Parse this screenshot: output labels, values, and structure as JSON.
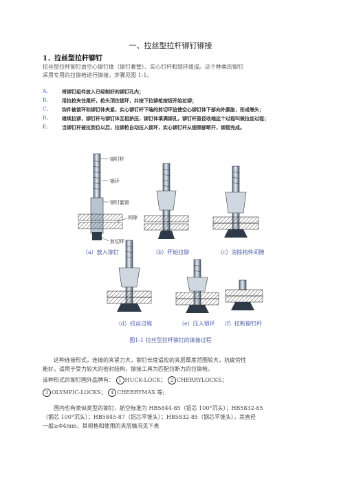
{
  "title": "一、拉丝型拉杆铆钉铆接",
  "section_heading": "1．拉丝型拉杆铆钉",
  "intro": [
    "拉丝型拉杆铆钉由空心铆钉体（铆钉套管）、实心钉杆和锁环组成。这个种类的铆钉",
    "采用专用的拉铆枪进行铆接，步骤见图 1-1。"
  ],
  "steps": [
    {
      "letter": "A、",
      "text": "将铆钉组件放入已经制好的铆钉孔内；"
    },
    {
      "letter": "B、",
      "text": "用拉枪夹住尾杆，枪头顶住锁环，并按下拉铆枪按钮开始拉铆；"
    },
    {
      "letter": "C、",
      "text": "钩件被锁环和铆钉体夹紧，实心铆钉杆下端的剪切环迫使空心铆钉体下部向外膨胀，形成墩头；"
    },
    {
      "letter": "D、",
      "text": "继续拉铆，铆钉杆与铆钉体互相挤压，铆钉体填满铆孔，铆钉杆直径收缩这个过程叫做拉丝过程；"
    },
    {
      "letter": "E、",
      "text": "当铆钉杆被拉到位以后，拉铆枪自动压入锁环，实心铆钉杆从细颈部断开，铆接完成。"
    }
  ],
  "figure": {
    "labels": {
      "rod": "铆钉杆",
      "lock_ring": "锁环",
      "sleeve": "铆钉套管",
      "gap": "间隙",
      "shear_ring": "剪切环"
    },
    "panels": [
      "（a）放入铆钉",
      "（b）开始拉铆",
      "（c）消除构件间隙",
      "（d）拉丝过程",
      "（e）压入锁环",
      "（f）拉断铆钉杆"
    ],
    "caption": "图1-1  拉丝型拉杆铆钉的铆接过程"
  },
  "para1": [
    "这种连接形式，连接的夹紧力大，铆钉长度适应的夹层厚度范围较大，抗疲劳性",
    "能好，适用于受力较大的密封结构，铆接工具为匹配拉断力的拉铆枪。"
  ],
  "brands_lead": "该种形式的铆钉国外品牌有：",
  "brands": [
    {
      "num": "1",
      "name": "HUCK-LOCK；"
    },
    {
      "num": "2",
      "name": "CHERRYLOCKS；"
    },
    {
      "num": "3",
      "name": "OLYMPIC-LOCKS；"
    },
    {
      "num": "4",
      "name": "CHERRYMAX 等;"
    }
  ],
  "para2": [
    "国内也有类似类型的铆钉，航空标准为 HB5844-85（铝芯 100°沉头）；HB5832-85",
    "（钢芯 100°沉头）；HB5845-87（铝芯平锥头）；HB5832-85（钢芯平锥头），其直径",
    "一般≥Φ4mm，其规格和使用的夹层情况见下表"
  ]
}
